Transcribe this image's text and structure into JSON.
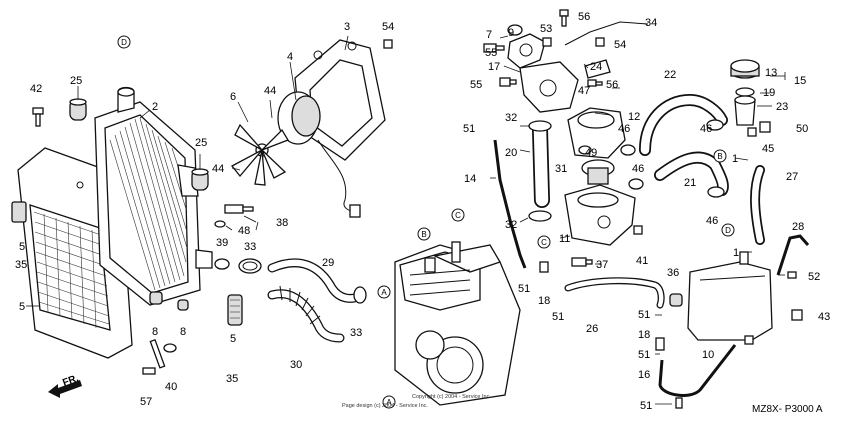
{
  "labels": {
    "l1": "1",
    "l1b": "1",
    "l2": "2",
    "l3": "3",
    "l4": "4",
    "l5a": "5",
    "l5b": "5",
    "l5c": "5",
    "l6": "6",
    "l7": "7",
    "l8a": "8",
    "l8b": "8",
    "l9": "9",
    "l10": "10",
    "l11": "11",
    "l12": "12",
    "l13": "13",
    "l14": "14",
    "l15": "15",
    "l16": "16",
    "l17": "17",
    "l18a": "18",
    "l18b": "18",
    "l19": "19",
    "l20": "20",
    "l21": "21",
    "l22": "22",
    "l23": "23",
    "l24": "24",
    "l25a": "25",
    "l25b": "25",
    "l26": "26",
    "l27": "27",
    "l28": "28",
    "l29": "29",
    "l30": "30",
    "l31": "31",
    "l32a": "32",
    "l32b": "32",
    "l33a": "33",
    "l33b": "33",
    "l34": "34",
    "l35a": "35",
    "l35b": "35",
    "l36": "36",
    "l37": "37",
    "l38": "38",
    "l39": "39",
    "l40": "40",
    "l41": "41",
    "l42": "42",
    "l43": "43",
    "l44a": "44",
    "l44b": "44",
    "l45": "45",
    "l46a": "46",
    "l46b": "46",
    "l46c": "46",
    "l46d": "46",
    "l47": "47",
    "l48": "48",
    "l49": "49",
    "l50": "50",
    "l51a": "51",
    "l51b": "51",
    "l51c": "51",
    "l51d": "51",
    "l51e": "51",
    "l51f": "51",
    "l52": "52",
    "l53": "53",
    "l54a": "54",
    "l54b": "54",
    "l55a": "55",
    "l55b": "55",
    "l56a": "56",
    "l56b": "56",
    "l57": "57"
  },
  "refs": {
    "A1": "A",
    "A2": "A",
    "B1": "B",
    "B2": "B",
    "C1": "C",
    "C2": "C",
    "D1": "D",
    "D2": "D"
  },
  "front_arrow": "FR.",
  "diagram_code": "MZ8X- P3000  A",
  "copyright": "Copyright (c) 2004 - Service Inc.",
  "copyright2": "Page design (c) 2004 - Service Inc."
}
